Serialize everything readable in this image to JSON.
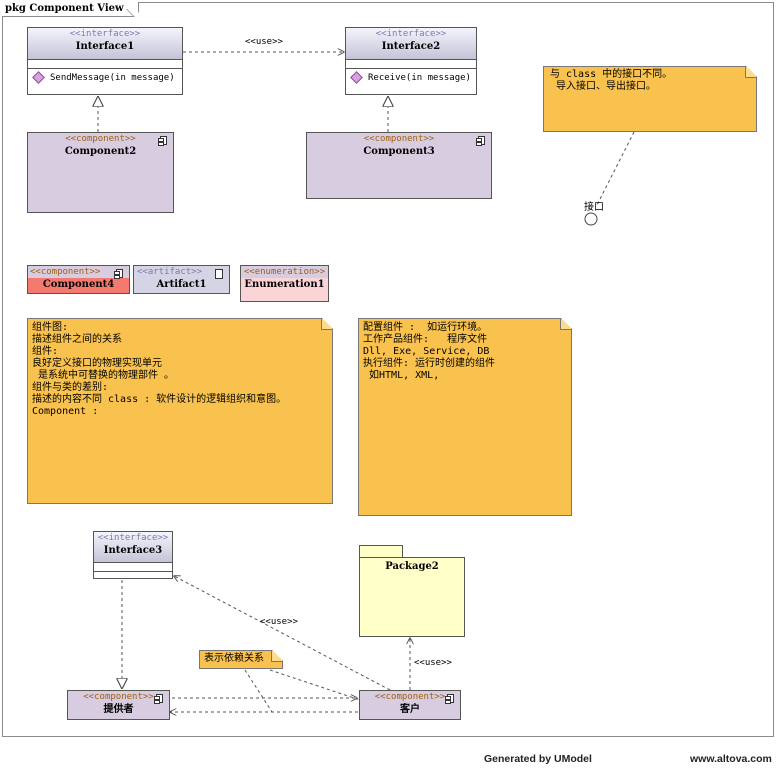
{
  "frame": {
    "title": "pkg Component View"
  },
  "colors": {
    "note": "#f9c24e",
    "component": "#d8cce0",
    "component_red": "#f47a70",
    "artifact": "#d4d4e4",
    "enumeration": "#fbd4d8",
    "package": "#ffffc8"
  },
  "interfaces": [
    {
      "stereotype": "<<interface>>",
      "name": "Interface1",
      "operation": "SendMessage(in message)"
    },
    {
      "stereotype": "<<interface>>",
      "name": "Interface2",
      "operation": "Receive(in message)"
    },
    {
      "stereotype": "<<interface>>",
      "name": "Interface3",
      "operation": ""
    }
  ],
  "components": [
    {
      "stereotype": "<<component>>",
      "name": "Component2"
    },
    {
      "stereotype": "<<component>>",
      "name": "Component3"
    },
    {
      "stereotype": "<<component>>",
      "name": "Component4"
    },
    {
      "stereotype": "<<component>>",
      "name": "提供者"
    },
    {
      "stereotype": "<<component>>",
      "name": "客户"
    }
  ],
  "artifact": {
    "stereotype": "<<artifact>>",
    "name": "Artifact1"
  },
  "enumeration": {
    "stereotype": "<<enumeration>>",
    "name": "Enumeration1"
  },
  "package": {
    "name": "Package2"
  },
  "use_labels": [
    "<<use>>",
    "<<use>>",
    "<<use>>"
  ],
  "lollipop_label": "接口",
  "notes": {
    "interface_note": [
      "与 class 中的接口不同。",
      "",
      " 导入接口、导出接口。"
    ],
    "component_note": [
      "组件图:",
      "",
      "描述组件之间的关系",
      "",
      "",
      "组件:",
      "良好定义接口的物理实现单元",
      " 是系统中可替换的物理部件 。",
      "",
      "",
      "组件与类的差别:",
      "描述的内容不同 class : 软件设计的逻辑组织和意图。",
      "Component :"
    ],
    "kinds_note": [
      "配置组件 :  如运行环境。",
      "",
      "",
      "工作产品组件:   程序文件",
      "",
      "Dll, Exe, Service, DB",
      "",
      "",
      "执行组件: 运行时创建的组件",
      " 如HTML, XML,"
    ],
    "dependency_note": "表示依赖关系"
  },
  "footer": {
    "generated": "Generated by UModel",
    "site": "www.altova.com"
  }
}
